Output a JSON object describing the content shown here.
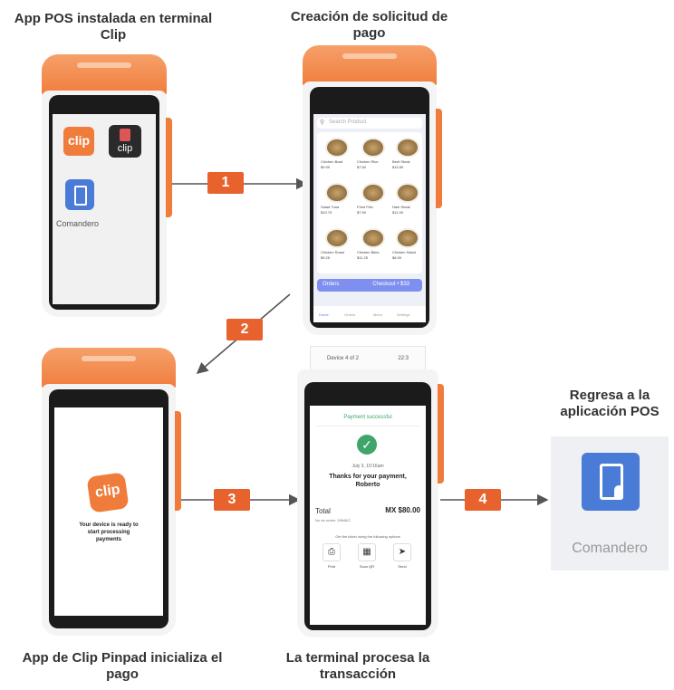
{
  "captions": {
    "top_left": "App POS instalada en terminal Clip",
    "top_mid": "Creación de solicitud de pago",
    "bottom_left": "App de Clip Pinpad  inicializa el pago",
    "bottom_mid": "La terminal procesa la transacción",
    "right": "Regresa a la aplicación POS"
  },
  "steps": [
    "1",
    "2",
    "3",
    "4"
  ],
  "colors": {
    "accent": "#e8622d",
    "terminal_orange": "#f07c3c",
    "comandero_blue": "#4a7bd6",
    "check_green": "#3fa56a"
  },
  "home": {
    "apps": [
      {
        "name": "clip",
        "icon": "clip-logo"
      },
      {
        "name": "clip",
        "icon": "clip-terminal"
      },
      {
        "name": "Comandero",
        "icon": "phone-touch-icon"
      }
    ]
  },
  "pos": {
    "search_placeholder": "Search Product",
    "items": [
      {
        "name": "Chicken Bowl",
        "price": "$9.99"
      },
      {
        "name": "Chicken Rice",
        "price": "$7.50"
      },
      {
        "name": "Beef Steak",
        "price": "$15.50"
      },
      {
        "name": "Salad Tuna",
        "price": "$10.75"
      },
      {
        "name": "Fried Fish",
        "price": "$7.50"
      },
      {
        "name": "Ham Steak",
        "price": "$11.99"
      },
      {
        "name": "Chicken Roast",
        "price": "$9.25"
      },
      {
        "name": "Chicken Bites",
        "price": "$11.25"
      },
      {
        "name": "Chicken Salad",
        "price": "$8.99"
      }
    ],
    "orders_label": "Orders",
    "checkout_label": "Checkout • $33",
    "nav": [
      "Home",
      "Orders",
      "Menu",
      "Settings"
    ]
  },
  "pinpad": {
    "brand": "clip",
    "ready_text": "Your device is ready to start processing payments"
  },
  "receipt": {
    "top_strip": "Device 4 of 2",
    "top_strip_right": "22:3",
    "title": "Payment successful",
    "date": "July 3, 10:16am",
    "thanks": "Thanks for your payment, Roberto",
    "total_label": "Total",
    "total_value": "MX $80.00",
    "subtext": "No de orden: 26648/2",
    "options_title": "Get the ticket using the following options",
    "options": [
      {
        "label": "Print",
        "icon": "printer-icon"
      },
      {
        "label": "Scan QR",
        "icon": "qr-icon"
      },
      {
        "label": "Send",
        "icon": "send-icon"
      }
    ]
  },
  "comandero_card": {
    "label": "Comandero"
  }
}
